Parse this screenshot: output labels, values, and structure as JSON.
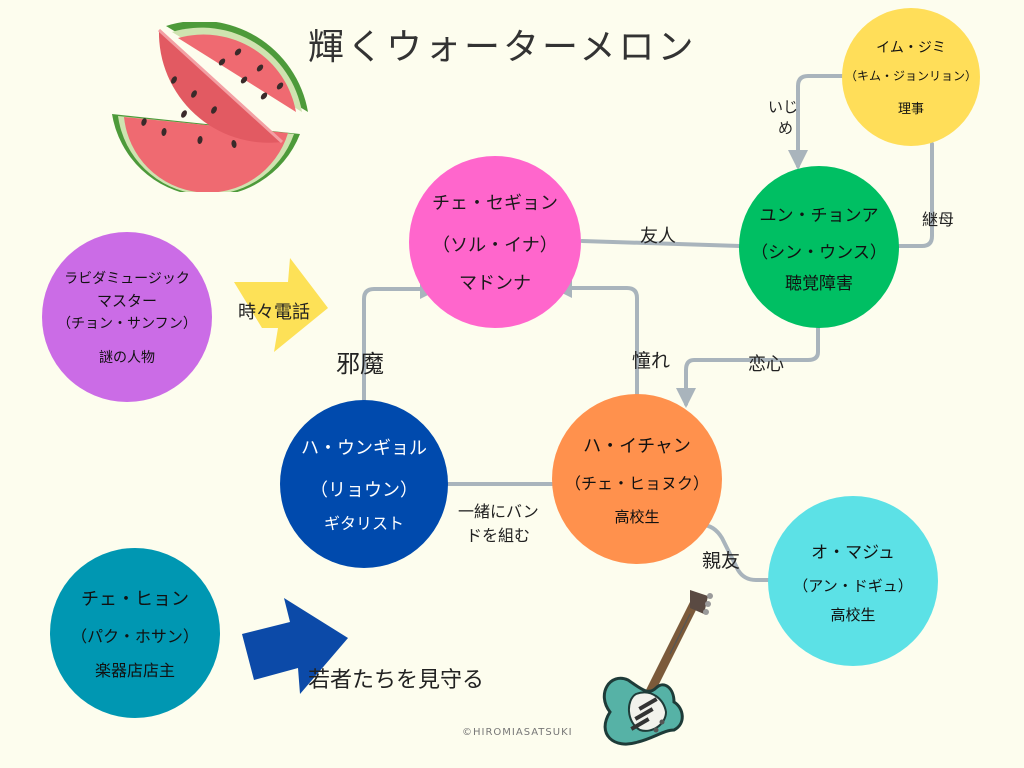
{
  "title": "輝くウォーターメロン",
  "copyright": "©HIROMIASATSUKI",
  "colors": {
    "background": "#fdfdee",
    "line": "#a9b4bc",
    "arrow_yellow": "#fde157",
    "arrow_blue": "#0c4aa8",
    "node_pink": "#ff66cc",
    "node_green": "#00bf63",
    "node_yellow": "#ffde59",
    "node_purple": "#cb6ce6",
    "node_navy": "#004aad",
    "node_orange": "#ff914d",
    "node_cyan": "#5ce1e6",
    "node_teal": "#0097b2"
  },
  "nodes": {
    "choi_segyeong": {
      "name": "チェ・セギョン",
      "actor": "（ソル・イナ）",
      "role": "マドンナ"
    },
    "yun_jeonga": {
      "name": "ユン・チョンア",
      "actor": "（シン・ウンス）",
      "role": "聴覚障害"
    },
    "im_jimi": {
      "name": "イム・ジミ",
      "actor": "（キム・ジョンリョン）",
      "role": "理事"
    },
    "rabida": {
      "line1": "ラビダミュージック",
      "line2": "マスター",
      "actor": "（チョン・サンフン）",
      "role": "謎の人物"
    },
    "ha_eungyeol": {
      "name": "ハ・ウンギョル",
      "actor": "（リョウン）",
      "role": "ギタリスト"
    },
    "ha_ichan": {
      "name": "ハ・イチャン",
      "actor": "（チェ・ヒョヌク）",
      "role": "高校生"
    },
    "oh_maju": {
      "name": "オ・マジュ",
      "actor": "（アン・ドギュ）",
      "role": "高校生"
    },
    "choi_hyeon": {
      "name": "チェ・ヒョン",
      "actor": "（パク・ホサン）",
      "role": "楽器店店主"
    }
  },
  "relations": {
    "friend": "友人",
    "bully_1": "いじ",
    "bully_2": "め",
    "stepmother": "継母",
    "love": "恋心",
    "admire": "憧れ",
    "obstruct": "邪魔",
    "phone": "時々電話",
    "band_1": "一緒にバン",
    "band_2": "ドを組む",
    "best_friend": "親友",
    "watch": "若者たちを見守る"
  }
}
